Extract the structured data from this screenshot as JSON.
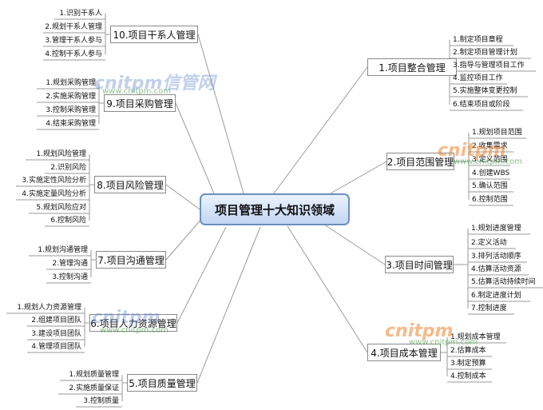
{
  "title": "项目管理十大知识领域",
  "branches": [
    {
      "label": "1.项目整合管理",
      "items": [
        "1.制定项目章程",
        "2.制定项目管理计划",
        "3.指导与管理项目工作",
        "4.监控项目工作",
        "5.实施整体变更控制",
        "6.结束项目或阶段"
      ]
    },
    {
      "label": "2.项目范围管理",
      "items": [
        "1.规划项目范围",
        "2.收集需求",
        "3.定义范围",
        "4.创建WBS",
        "5.确认范围",
        "6.控制范围"
      ]
    },
    {
      "label": "3.项目时间管理",
      "items": [
        "1.规划进度管理",
        "2.定义活动",
        "3.排列活动顺序",
        "4.估算活动资源",
        "5.估算活动持续时间",
        "6.制定进度计划",
        "7.控制进度"
      ]
    },
    {
      "label": "4.项目成本管理",
      "items": [
        "1.规划成本管理",
        "2.估算成本",
        "3.制定预算",
        "4.控制成本"
      ]
    },
    {
      "label": "5.项目质量管理",
      "items": [
        "1.规划质量管理",
        "2.实施质量保证",
        "3.控制质量"
      ]
    },
    {
      "label": "6.项目人力资源管理",
      "items": [
        "1.规划人力资源管理",
        "2.组建项目团队",
        "3.建设项目团队",
        "4.管理项目团队"
      ]
    },
    {
      "label": "7.项目沟通管理",
      "items": [
        "1.规划沟通管理",
        "2.管理沟通",
        "3.控制沟通"
      ]
    },
    {
      "label": "8.项目风险管理",
      "items": [
        "1.规划风险管理",
        "2.识别风险",
        "3.实施定性风险分析",
        "4.实施定量风险分析",
        "5.规划风险应对",
        "6.控制风险"
      ]
    },
    {
      "label": "9.项目采购管理",
      "items": [
        "1.规划采购管理",
        "2.实施采购管理",
        "3.控制采购管理",
        "4.结束采购管理"
      ]
    },
    {
      "label": "10.项目干系人管理",
      "items": [
        "1.识别干系人",
        "2.规划干系人管理",
        "3.管理干系人参与",
        "4.控制干系人参与"
      ]
    }
  ],
  "watermarks": {
    "brand": "cnitpm",
    "brand_cn": "cnitpm信管网",
    "url": "www.cnitpm.com"
  },
  "colors": {
    "lines": "#9a9a9a",
    "center_border": "#6b8fc0",
    "center_fill": "#c3d6f3",
    "watermark": "#f08228"
  }
}
